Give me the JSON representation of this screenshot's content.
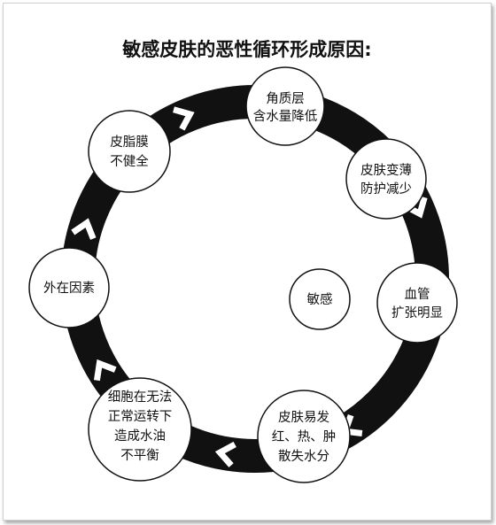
{
  "diagram": {
    "title": "敏感皮肤的恶性循环形成原因:",
    "center_label": "敏感",
    "nodes": [
      {
        "id": "stratum",
        "lines": [
          "角质层",
          "含水量降低"
        ]
      },
      {
        "id": "thin",
        "lines": [
          "皮肤变薄",
          "防护减少"
        ]
      },
      {
        "id": "vessel",
        "lines": [
          "血管",
          "扩张明显"
        ]
      },
      {
        "id": "redness",
        "lines": [
          "皮肤易发",
          "红、热、肿",
          "散失水分"
        ]
      },
      {
        "id": "oil",
        "lines": [
          "细胞在无法",
          "正常运转下",
          "造成水油",
          "不平衡"
        ]
      },
      {
        "id": "external",
        "lines": [
          "外在因素"
        ]
      },
      {
        "id": "sebum",
        "lines": [
          "皮脂膜",
          "不健全"
        ]
      }
    ],
    "colors": {
      "ring": "#111111",
      "arrow": "#ffffff",
      "node_fill": "#ffffff",
      "node_stroke": "#111111"
    }
  }
}
